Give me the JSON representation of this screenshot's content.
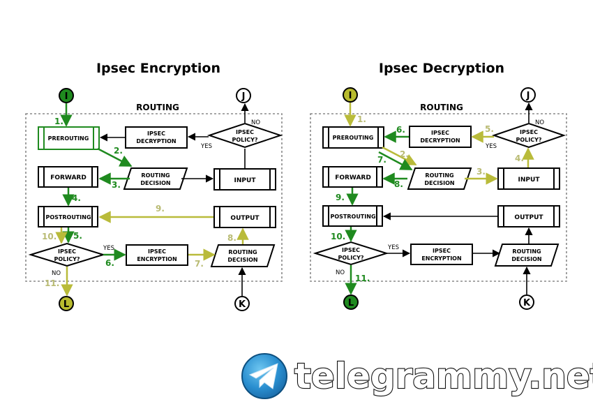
{
  "left": {
    "title": "Ipsec Encryption",
    "routing_label": "ROUTING",
    "nodes": {
      "prerouting": "PREROUTING",
      "ipsec_decryption": [
        "IPSEC",
        "DECRYPTION"
      ],
      "ipsec_policy_top": [
        "IPSEC",
        "POLICY?"
      ],
      "forward": "FORWARD",
      "routing_decision_mid": [
        "ROUTING",
        "DECISION"
      ],
      "input": "INPUT",
      "postrouting": "POSTROUTING",
      "output": "OUTPUT",
      "ipsec_policy_bottom": [
        "IPSEC",
        "POLICY?"
      ],
      "ipsec_encryption": [
        "IPSEC",
        "ENCRYPTION"
      ],
      "routing_decision_bottom": [
        "ROUTING",
        "DECISION"
      ]
    },
    "circles": {
      "in": "I",
      "top_right": "J",
      "bottom_left": "L",
      "bottom_right": "K"
    },
    "yes_no": {
      "top_no": "NO",
      "top_yes": "YES",
      "bottom_yes": "YES",
      "bottom_no": "NO"
    },
    "steps": [
      "1.",
      "2.",
      "3.",
      "4.",
      "5.",
      "6.",
      "7.",
      "8.",
      "9.",
      "10.",
      "11."
    ]
  },
  "right": {
    "title": "Ipsec Decryption",
    "routing_label": "ROUTING",
    "nodes": {
      "prerouting": "PREROUTING",
      "ipsec_decryption": [
        "IPSEC",
        "DECRYPTION"
      ],
      "ipsec_policy_top": [
        "IPSEC",
        "POLICY?"
      ],
      "forward": "FORWARD",
      "routing_decision_mid": [
        "ROUTING",
        "DECISION"
      ],
      "input": "INPUT",
      "postrouting": "POSTROUTING",
      "output": "OUTPUT",
      "ipsec_policy_bottom": [
        "IPSEC",
        "POLICY?"
      ],
      "ipsec_encryption": [
        "IPSEC",
        "ENCRYPTION"
      ],
      "routing_decision_bottom": [
        "ROUTING",
        "DECISION"
      ]
    },
    "circles": {
      "in": "I",
      "top_right": "J",
      "bottom_left": "L",
      "bottom_right": "K"
    },
    "yes_no": {
      "top_no": "NO",
      "top_yes": "YES",
      "bottom_yes": "YES",
      "bottom_no": "NO"
    },
    "steps": [
      "1.",
      "2.",
      "3.",
      "4.",
      "5.",
      "6.",
      "7.",
      "8.",
      "9.",
      "10.",
      "11."
    ]
  },
  "watermark": {
    "text": "telegrammy.net",
    "logo": "telegram-logo-icon"
  },
  "colors": {
    "green": "#1f8a1f",
    "olive": "#a9ac2c",
    "olive_light": "#b9bb73",
    "ink": "#000000"
  }
}
